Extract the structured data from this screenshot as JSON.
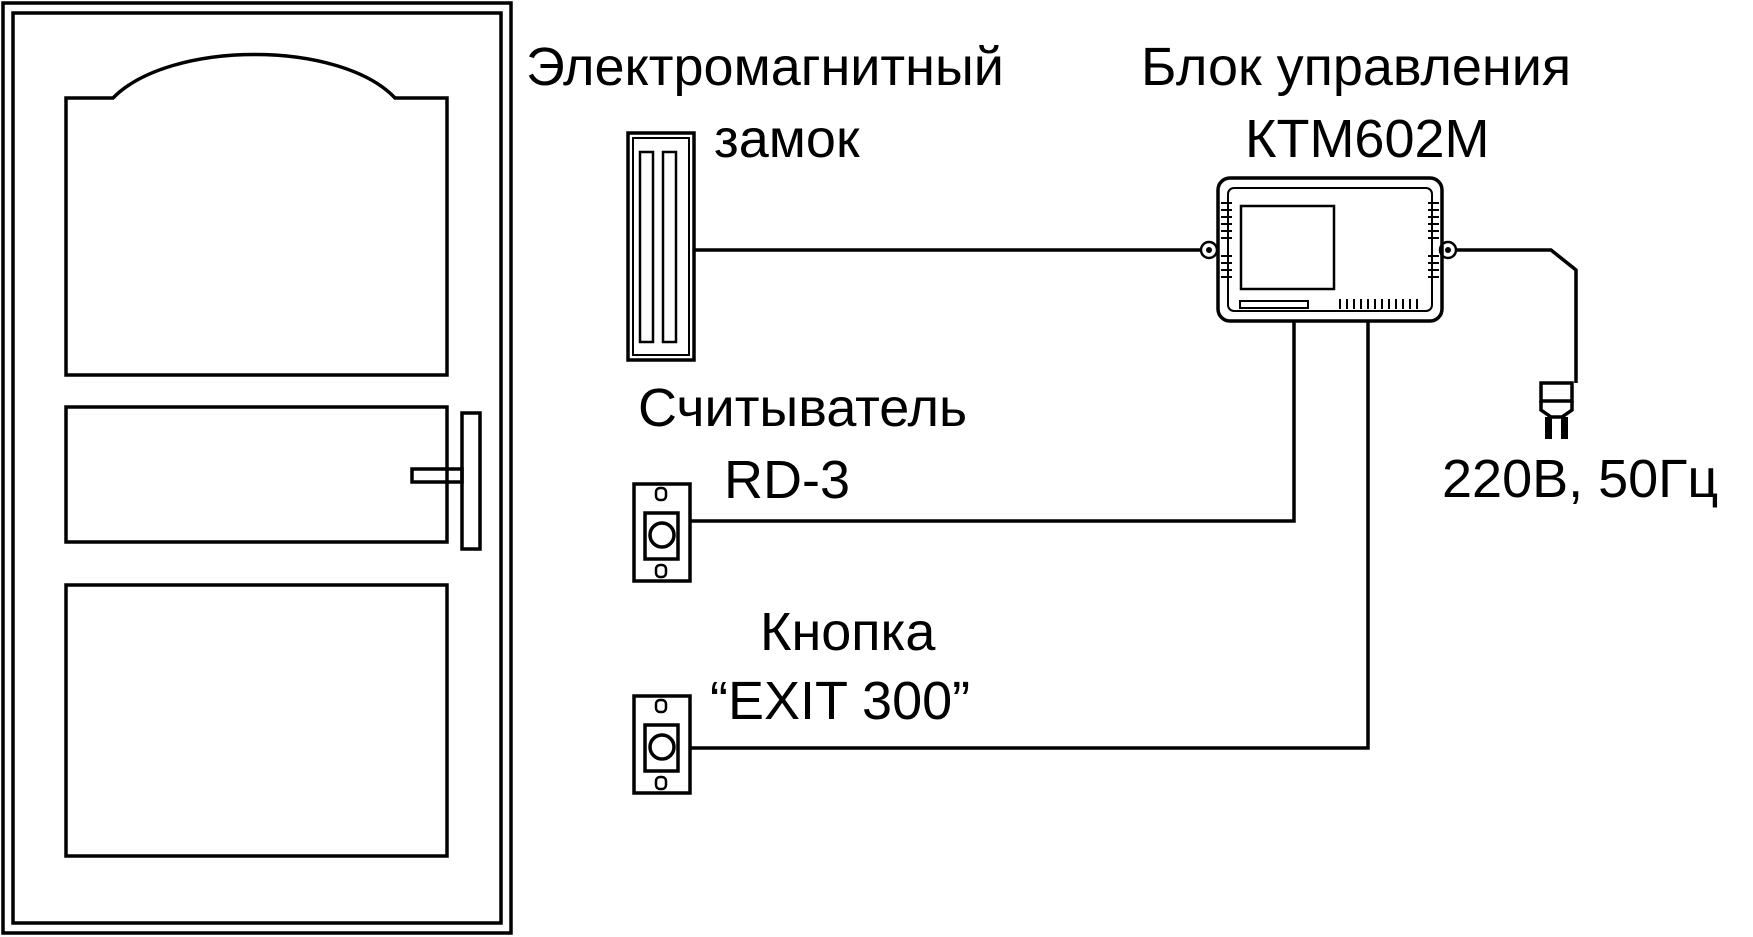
{
  "labels": {
    "lock_line1": "Электромагнитный",
    "lock_line2": "замок",
    "controller_line1": "Блок управления",
    "controller_line2": "КТМ602М",
    "reader_line1": "Считыватель",
    "reader_line2": "RD-3",
    "button_line1": "Кнопка",
    "button_line2": "“EXIT 300”",
    "power": "220В, 50Гц"
  }
}
